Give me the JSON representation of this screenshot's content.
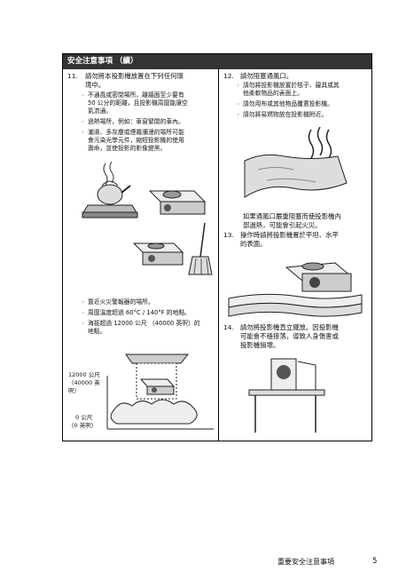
{
  "header": {
    "title": "安全注意事項 （續）"
  },
  "left": {
    "item11": {
      "num": "11.",
      "line1": "請勿將本投影機放置在下列任何環",
      "line2": "境中。",
      "bullets": [
        [
          "不通風或密閉場所。離牆面至少要有",
          "50 公分的距離，且投影機周圍能讓空",
          "氣流通。"
        ],
        [
          "過熱場所，例如：車窗緊閉的車內。"
        ],
        [
          "潮濕、多灰塵或煙霧瀰漫的場所可能",
          "會污染光學元件，縮短投影機的使用",
          "壽命，並使投影的影像變黑。"
        ]
      ],
      "bullets2": [
        [
          "靠近火災警報器的場所。"
        ],
        [
          "周圍溫度超過 60°C / 140°F 的地點。"
        ],
        [
          "海拔超過 12000 公尺 （40000 英呎）的",
          "地點。"
        ]
      ]
    },
    "altitude": {
      "top": [
        "12000 公尺",
        "（40000 英",
        "呎）"
      ],
      "bottom": [
        "0 公尺",
        "（0 英呎）"
      ]
    }
  },
  "right": {
    "item12": {
      "num": "12.",
      "line1": "請勿阻塞通風口。",
      "bullets": [
        [
          "請勿將投影機放置於毯子、寢具或其",
          "他柔軟物品的表面上。"
        ],
        [
          "請勿用布或其他物品覆蓋投影機。"
        ],
        [
          "請勿將易燃物放在投影機附近。"
        ]
      ],
      "note": [
        "如果通風口嚴重阻塞而使投影機內",
        "部過熱，可能會引起火災。"
      ]
    },
    "item13": {
      "num": "13.",
      "lines": [
        "操作時請將投影機置於平坦、水平",
        "的表面。"
      ]
    },
    "item14": {
      "num": "14.",
      "lines": [
        "請勿將投影機直立擺放。因投影機",
        "可能會不穩摔落，導致人身傷害或",
        "投影機損壞。"
      ]
    }
  },
  "footer": {
    "section": "重要安全注意事項",
    "page": "5"
  }
}
